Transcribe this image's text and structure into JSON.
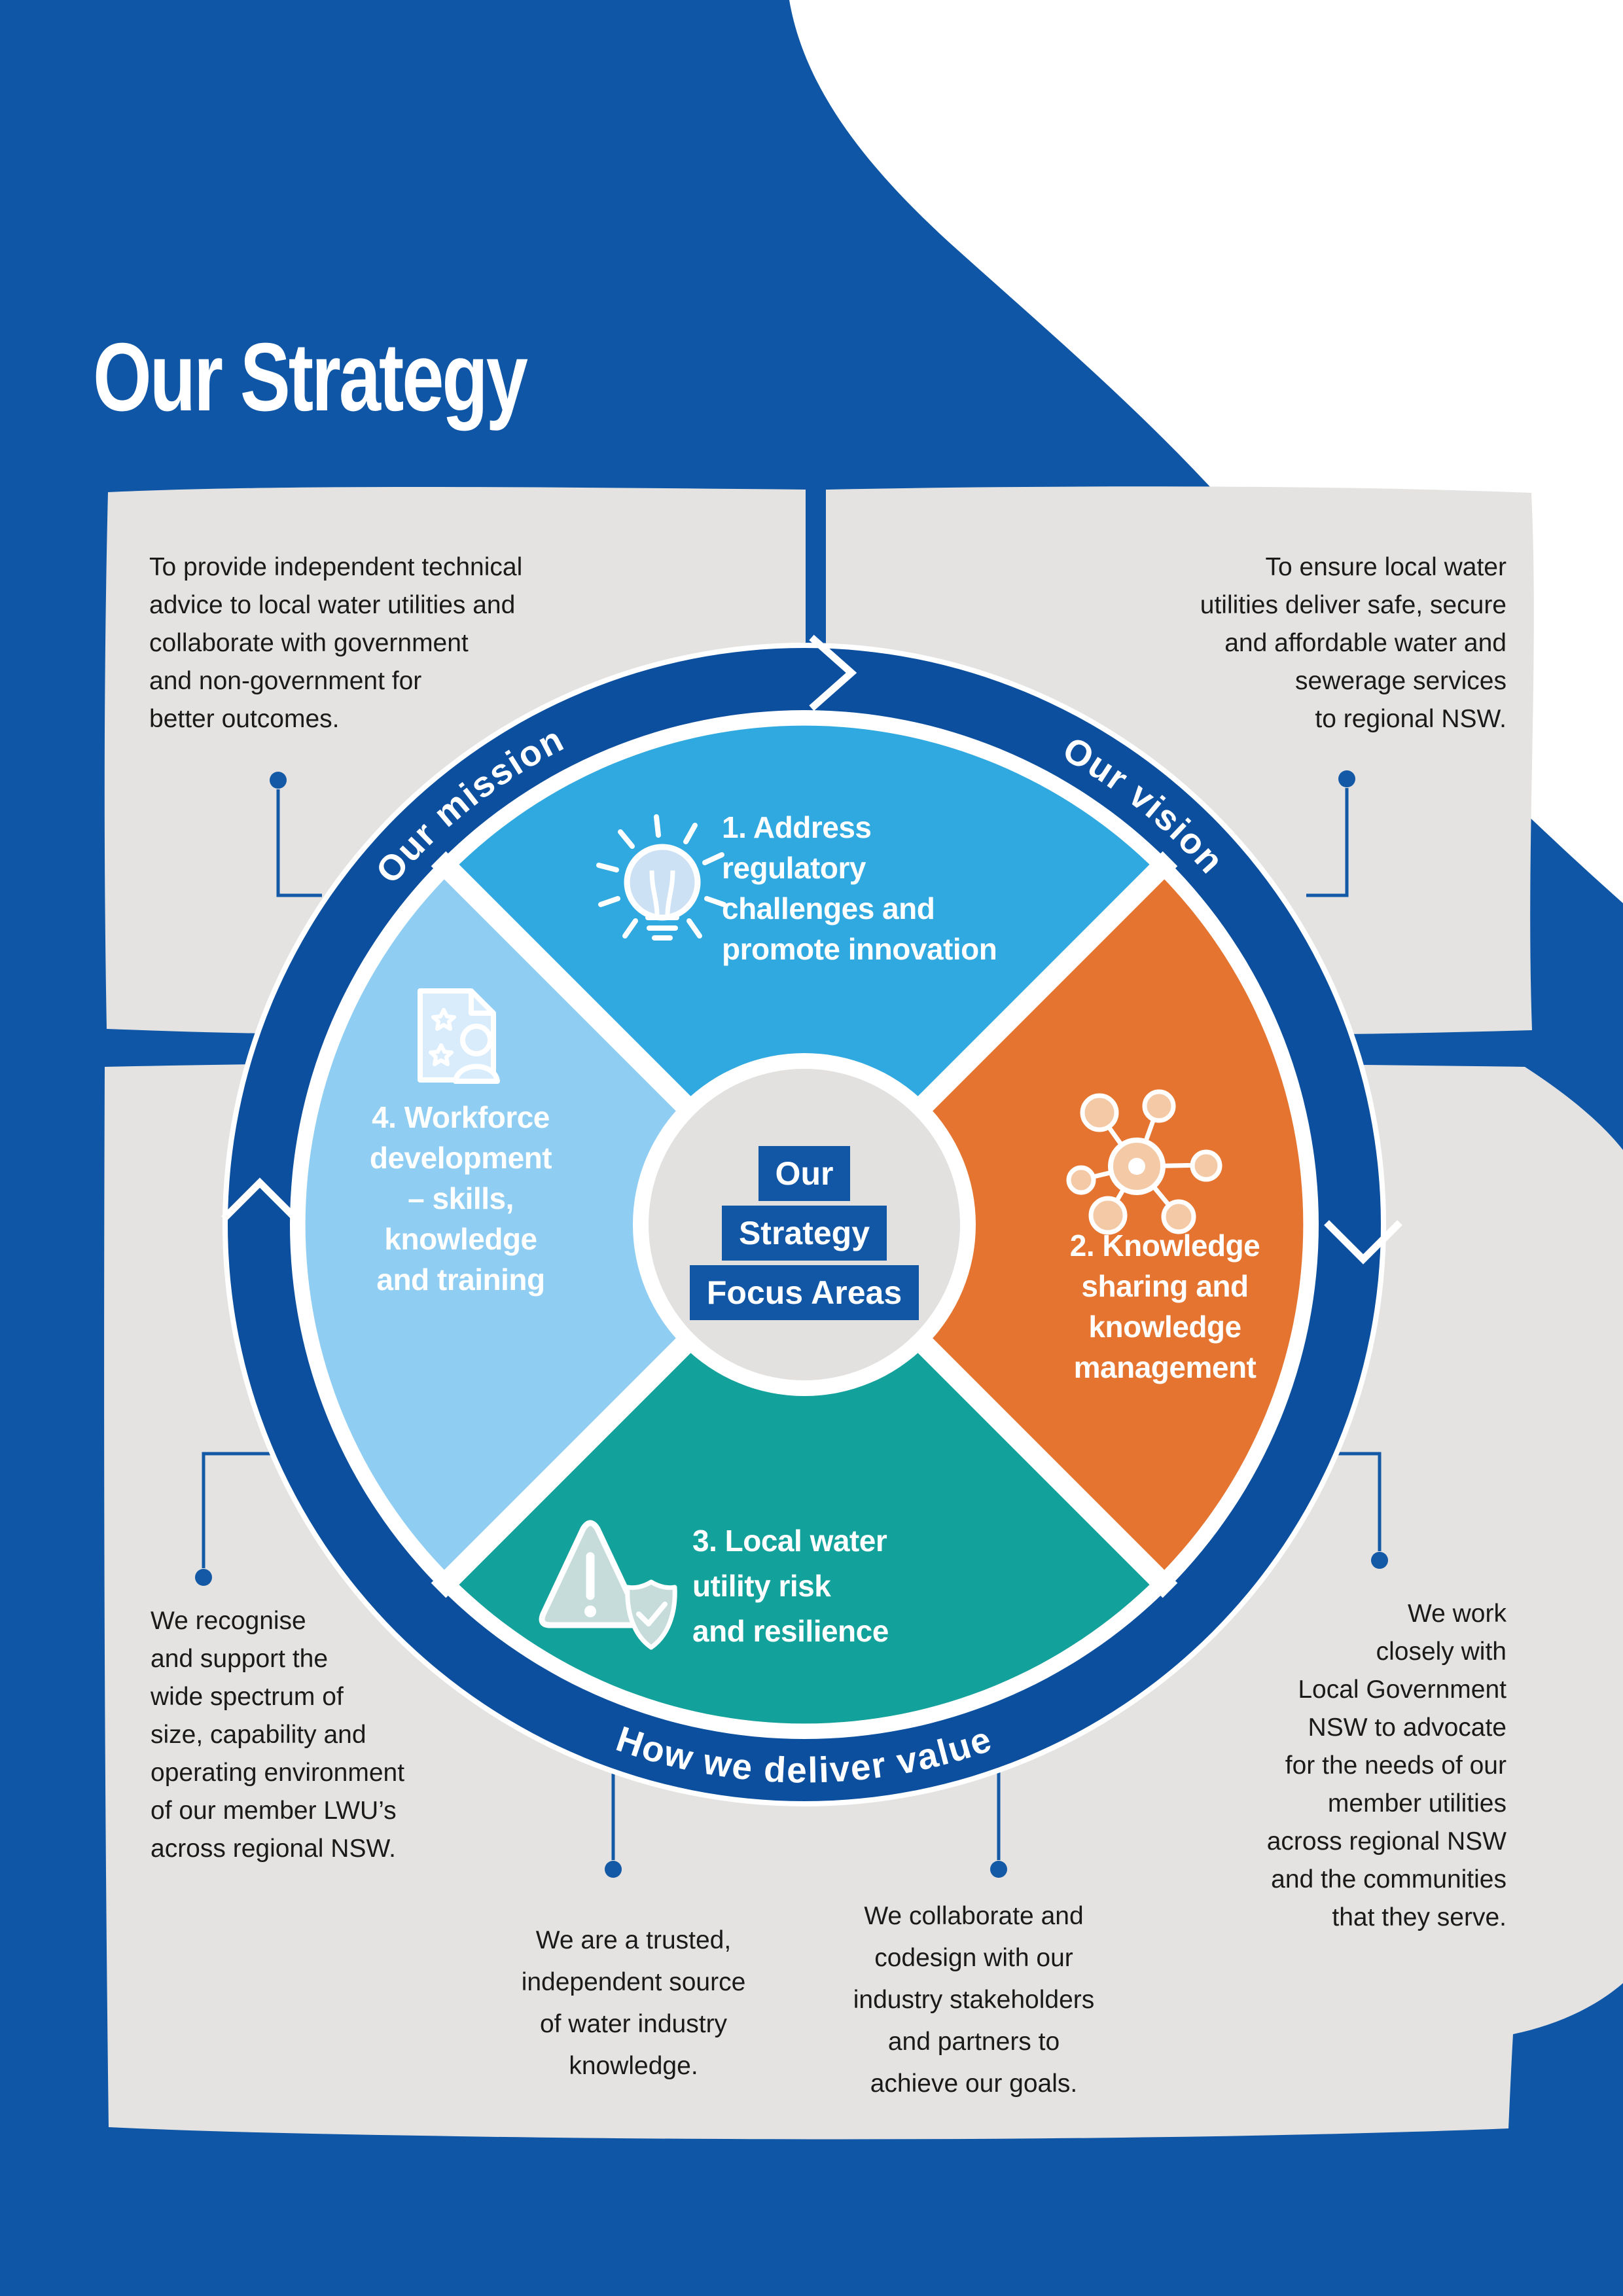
{
  "title": "Our Strategy",
  "ring": {
    "mission_label": "Our mission",
    "vision_label": "Our vision",
    "deliver_label": "How we deliver value"
  },
  "center": {
    "l1": "Our",
    "l2": "Strategy",
    "l3": "Focus Areas"
  },
  "quadrants": {
    "q1": {
      "icon": "lightbulb-icon",
      "lines": [
        "1. Address",
        "regulatory",
        "challenges and",
        "promote innovation"
      ]
    },
    "q2": {
      "icon": "network-icon",
      "lines": [
        "2. Knowledge",
        "sharing and",
        "knowledge",
        "management"
      ]
    },
    "q3": {
      "icon": "warning-shield-icon",
      "lines": [
        "3. Local water",
        "utility risk",
        "and resilience"
      ]
    },
    "q4": {
      "icon": "certificate-person-icon",
      "lines": [
        "4. Workforce",
        "development",
        "– skills,",
        "knowledge",
        "and training"
      ]
    }
  },
  "statements": {
    "mission": {
      "lines": [
        "To provide independent technical",
        "advice to local water utilities and",
        "collaborate with government",
        "and non-government for",
        "better outcomes."
      ]
    },
    "vision": {
      "lines": [
        "To ensure local water",
        "utilities deliver safe, secure",
        "and affordable water and",
        "sewerage services",
        "to regional NSW."
      ]
    },
    "spectrum": {
      "lines": [
        "We recognise",
        "and support the",
        "wide spectrum of",
        "size, capability and",
        "operating environment",
        "of our member LWU’s",
        "across regional NSW."
      ]
    },
    "trusted": {
      "lines": [
        "We are a trusted,",
        "independent source",
        "of water industry",
        "knowledge."
      ]
    },
    "collaborate": {
      "lines": [
        "We collaborate and",
        "codesign with our",
        "industry stakeholders",
        "and partners to",
        "achieve our goals."
      ]
    },
    "advocate": {
      "lines": [
        "We work",
        "closely with",
        "Local Government",
        "NSW to advocate",
        "for the needs of our",
        "member utilities",
        "across regional NSW",
        "and the communities",
        "that they serve."
      ]
    }
  },
  "colors": {
    "bg_blue": "#0F57A6",
    "ring_blue": "#0B4F9E",
    "white": "#FFFFFF",
    "patch_gray": "#E4E3E2",
    "inner_gray": "#E2E1E0",
    "q1": "#2FA9E0",
    "q2": "#E4742F",
    "q3": "#12A19B",
    "q4": "#8FCEF2",
    "text_dark": "#1A1A1A",
    "connector_blue": "#1459A5",
    "center_box_blue": "#1257A6",
    "icon_light_blue": "#CDE1F5",
    "icon_light_blue2": "#D9ECFB",
    "icon_light_orange": "#F4C9A6",
    "icon_light_teal": "#C5DCDB"
  }
}
